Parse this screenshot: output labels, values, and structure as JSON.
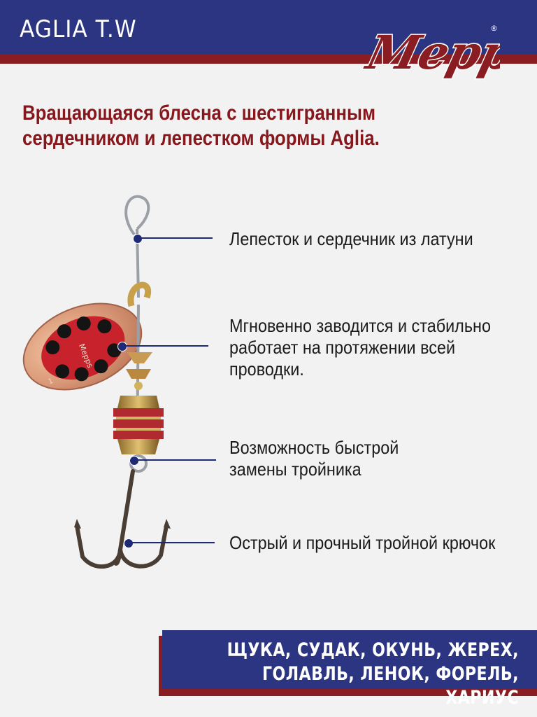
{
  "header": {
    "product_title": "AGLIA T.W",
    "brand_logo_text": "Mepps",
    "brand_registered_mark": "®"
  },
  "subtitle": {
    "line1": "Вращающаяся блесна с шестигранным",
    "line2": "сердечником и лепестком формы Aglia."
  },
  "lure": {
    "blade_text": "Mepps",
    "blade_size": "1"
  },
  "features": [
    {
      "text": "Лепесток и сердечник из латуни"
    },
    {
      "text": "Мгновенно заводится и стабильно\nработает на протяжении всей\nпроводки."
    },
    {
      "text": "Возможность быстрой\nзамены тройника"
    },
    {
      "text": "Острый и прочный тройной крючок"
    }
  ],
  "fish": {
    "line1": "ЩУКА, СУДАК, ОКУНЬ, ЖЕРЕХ,",
    "line2": "ГОЛАВЛЬ, ЛЕНОК, ФОРЕЛЬ, ХАРИУС"
  },
  "colors": {
    "header_blue": "#2c3582",
    "accent_red": "#8a1d22",
    "subtitle_red": "#86181d",
    "background": "#f2f2f2",
    "callout_blue": "#1f2a77"
  }
}
